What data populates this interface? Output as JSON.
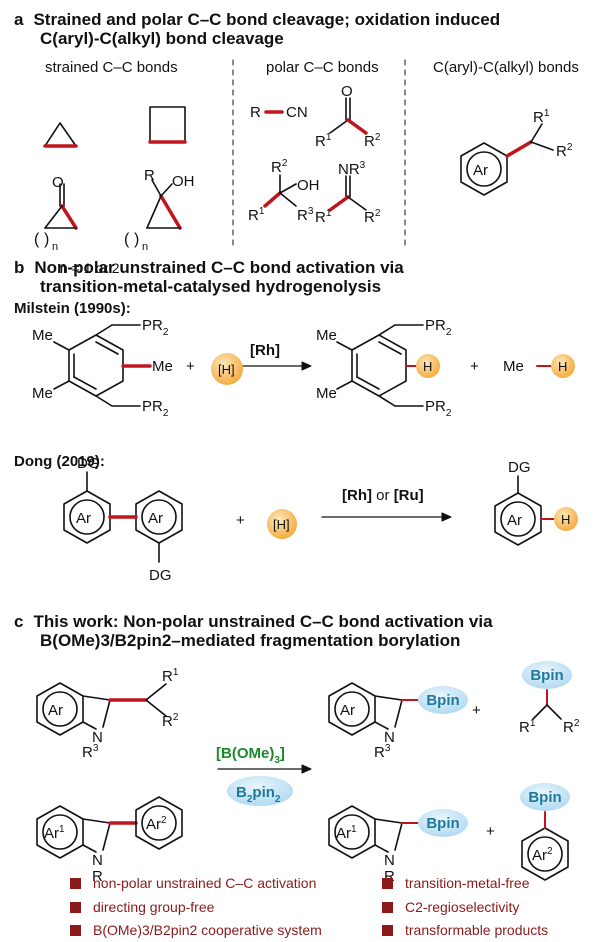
{
  "panel_a": {
    "letter": "a",
    "title_line1": "Strained and polar C–C bond cleavage; oxidation induced",
    "title_line2": "C(aryl)-C(alkyl) bond cleavage",
    "col_strained": "strained C–C bonds",
    "col_polar": "polar C–C bonds",
    "col_aryl": "C(aryl)-C(alkyl) bonds",
    "n_note": "n = 1 or 2"
  },
  "panel_b": {
    "letter": "b",
    "title_line1": "Non-polar unstrained C–C bond activation via",
    "title_line2": "transition-metal-catalysed hydrogenolysis",
    "milstein": "Milstein",
    "milstein_year": "(1990s)",
    "dong": "Dong",
    "dong_year": "(2019)",
    "reagent_h": "[H]",
    "cat_rh": "[Rh]",
    "cat_rh_or": "or",
    "cat_ru": "[Ru]"
  },
  "panel_c": {
    "letter": "c",
    "title_line1": "This work: Non-polar unstrained C–C bond activation via",
    "title_line2": "B(OMe)3/B2pin2–mediated fragmentation borylation",
    "reagent1": "[B(OMe)3]",
    "reagent2": "B2pin2",
    "bpin": "Bpin",
    "features": [
      "non-polar unstrained C–C activation",
      "transition-metal-free",
      "directing group-free",
      "C2-regioselectivity",
      "B(OMe)3/B2pin2 cooperative system",
      "transformable products"
    ]
  },
  "colors": {
    "red": "#c0151e",
    "green": "#1a8a2a",
    "teal": "#1f7a9c",
    "orange": "#f4b04a",
    "feature": "#8b1a1a"
  }
}
